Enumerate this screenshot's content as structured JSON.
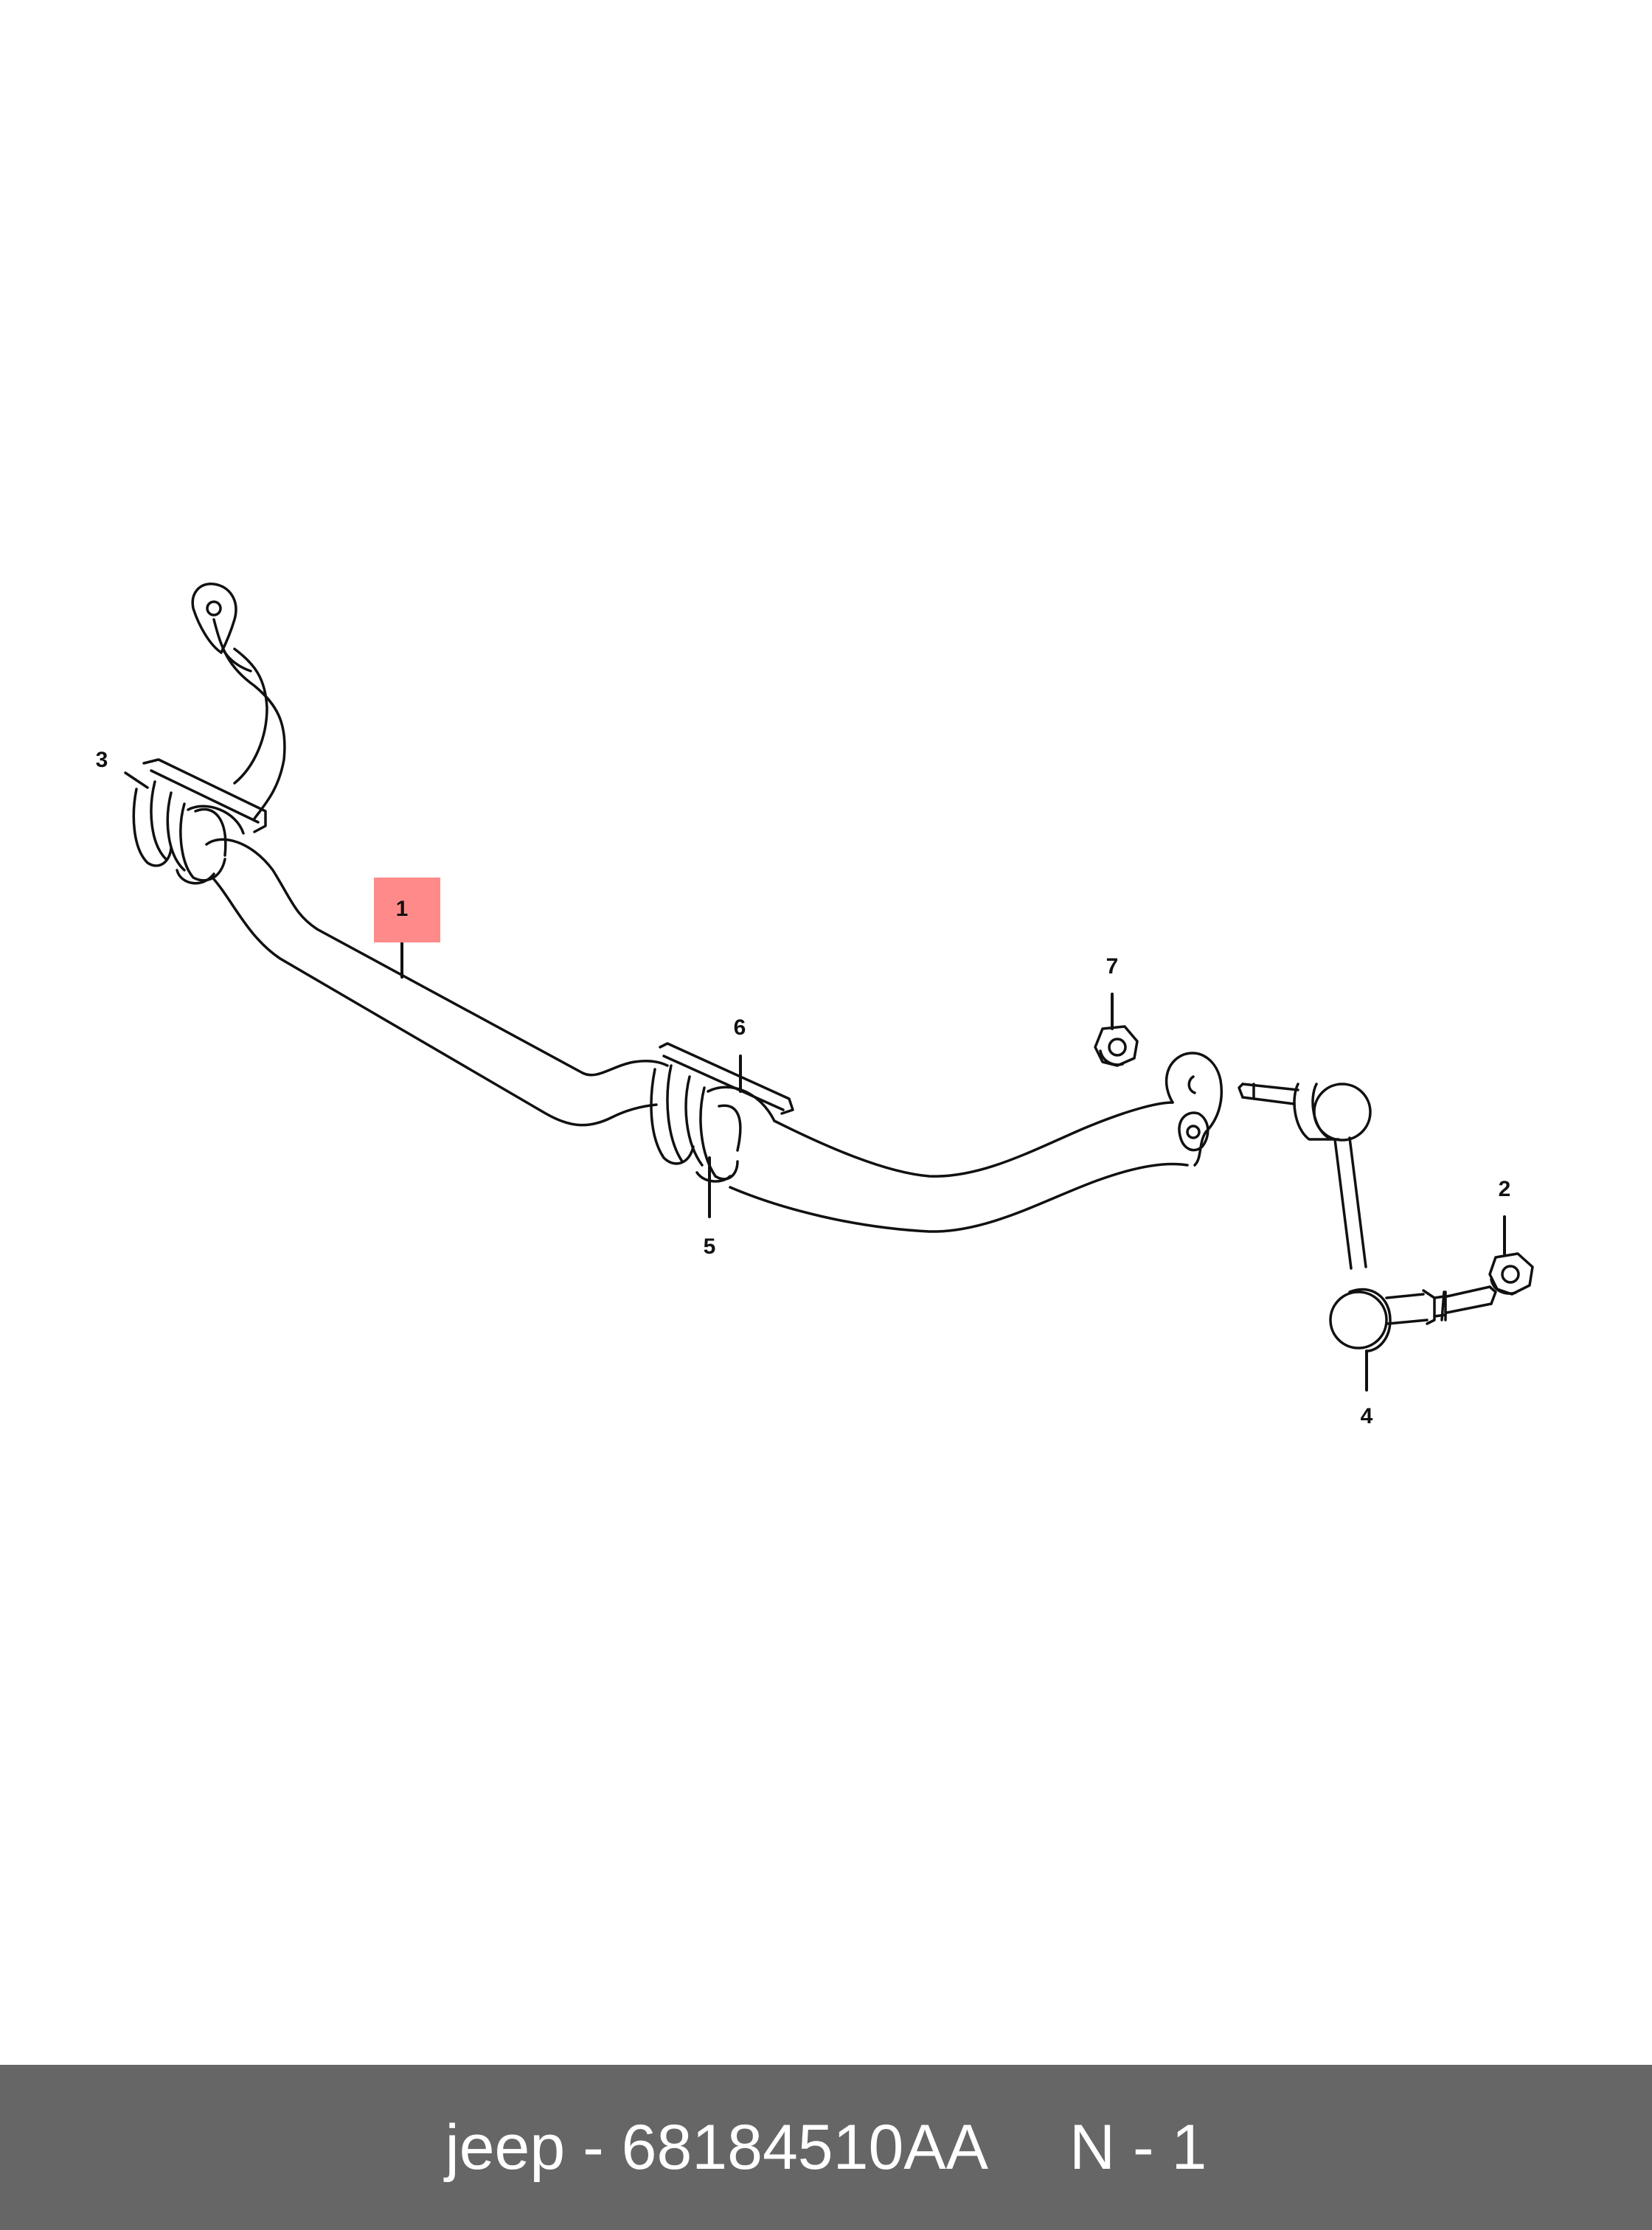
{
  "callouts": {
    "c1": "1",
    "c2": "2",
    "c3": "3",
    "c4": "4",
    "c5": "5",
    "c6": "6",
    "c7": "7"
  },
  "highlight_color": "#ff8a8a",
  "footer": {
    "part_text": "jeep - 68184510AA",
    "qty_text": "N - 1",
    "background": "#666666"
  }
}
